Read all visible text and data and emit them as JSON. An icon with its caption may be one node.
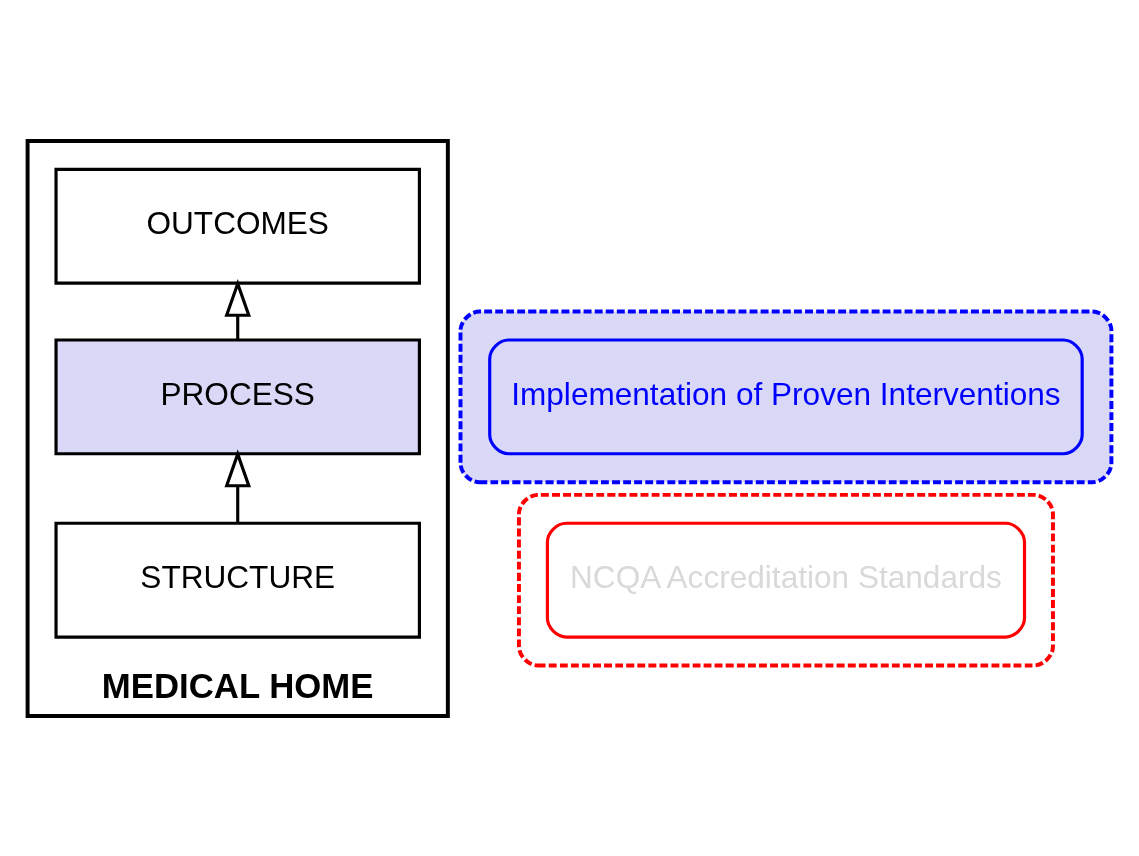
{
  "diagram": {
    "nodes": [
      {
        "text": [
          "MEDICAL HOME"
        ]
      },
      {
        "text": [
          "OUTCOMES"
        ],
        "in": 0
      },
      {
        "text": [
          "PROCESS"
        ],
        "in": 0
      },
      {
        "text": [
          "STRUCTURE"
        ],
        "in": 0
      },
      {
        "text": [],
        "shape": "box"
      },
      {
        "text": [
          "Implementation of Proven Interventions"
        ],
        "in": 4
      },
      {
        "text": [],
        "shape": "box"
      },
      {
        "text": [
          "NCQA Accreditation Standards"
        ],
        "in": 6
      }
    ],
    "edges": [
      {
        "from": 3,
        "to": 2,
        "arrow": "to"
      },
      {
        "from": 2,
        "to": 1,
        "arrow": "to"
      }
    ]
  }
}
